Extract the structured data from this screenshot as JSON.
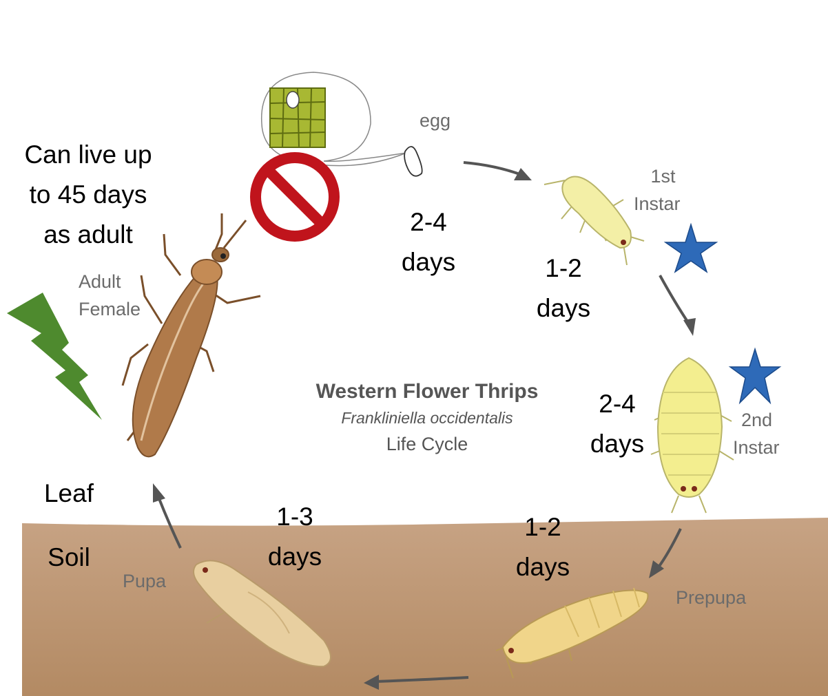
{
  "stages": {
    "egg": "egg",
    "instar1": [
      "1st",
      "Instar"
    ],
    "instar2": [
      "2nd",
      "Instar"
    ],
    "prepupa": "Prepupa",
    "pupa": "Pupa",
    "adult": [
      "Adult",
      "Female"
    ]
  },
  "durations": {
    "egg_to_1st": [
      "2-4",
      "days"
    ],
    "first_instar": [
      "1-2",
      "days"
    ],
    "second_instar": [
      "2-4",
      "days"
    ],
    "prepupa": [
      "1-2",
      "days"
    ],
    "pupa": [
      "1-3",
      "days"
    ]
  },
  "adult_lifespan": [
    "Can live up",
    "to 45 days",
    "as adult"
  ],
  "zones": {
    "leaf": "Leaf",
    "soil": "Soil"
  },
  "title": {
    "common_name": "Western Flower Thrips",
    "scientific_name": "Frankliniella occidentalis",
    "subtitle": "Life Cycle"
  },
  "colors": {
    "soil": "#c9a585",
    "prohibit": "#c0141c",
    "star": "#2e6ab8",
    "lightning": "#4e8a2e",
    "adult_body": "#b07a4a",
    "larva": "#f3efa6",
    "prepupa": "#f0d58a",
    "pupa": "#e8cfa0",
    "leaf_cells": "#9aae2c"
  }
}
